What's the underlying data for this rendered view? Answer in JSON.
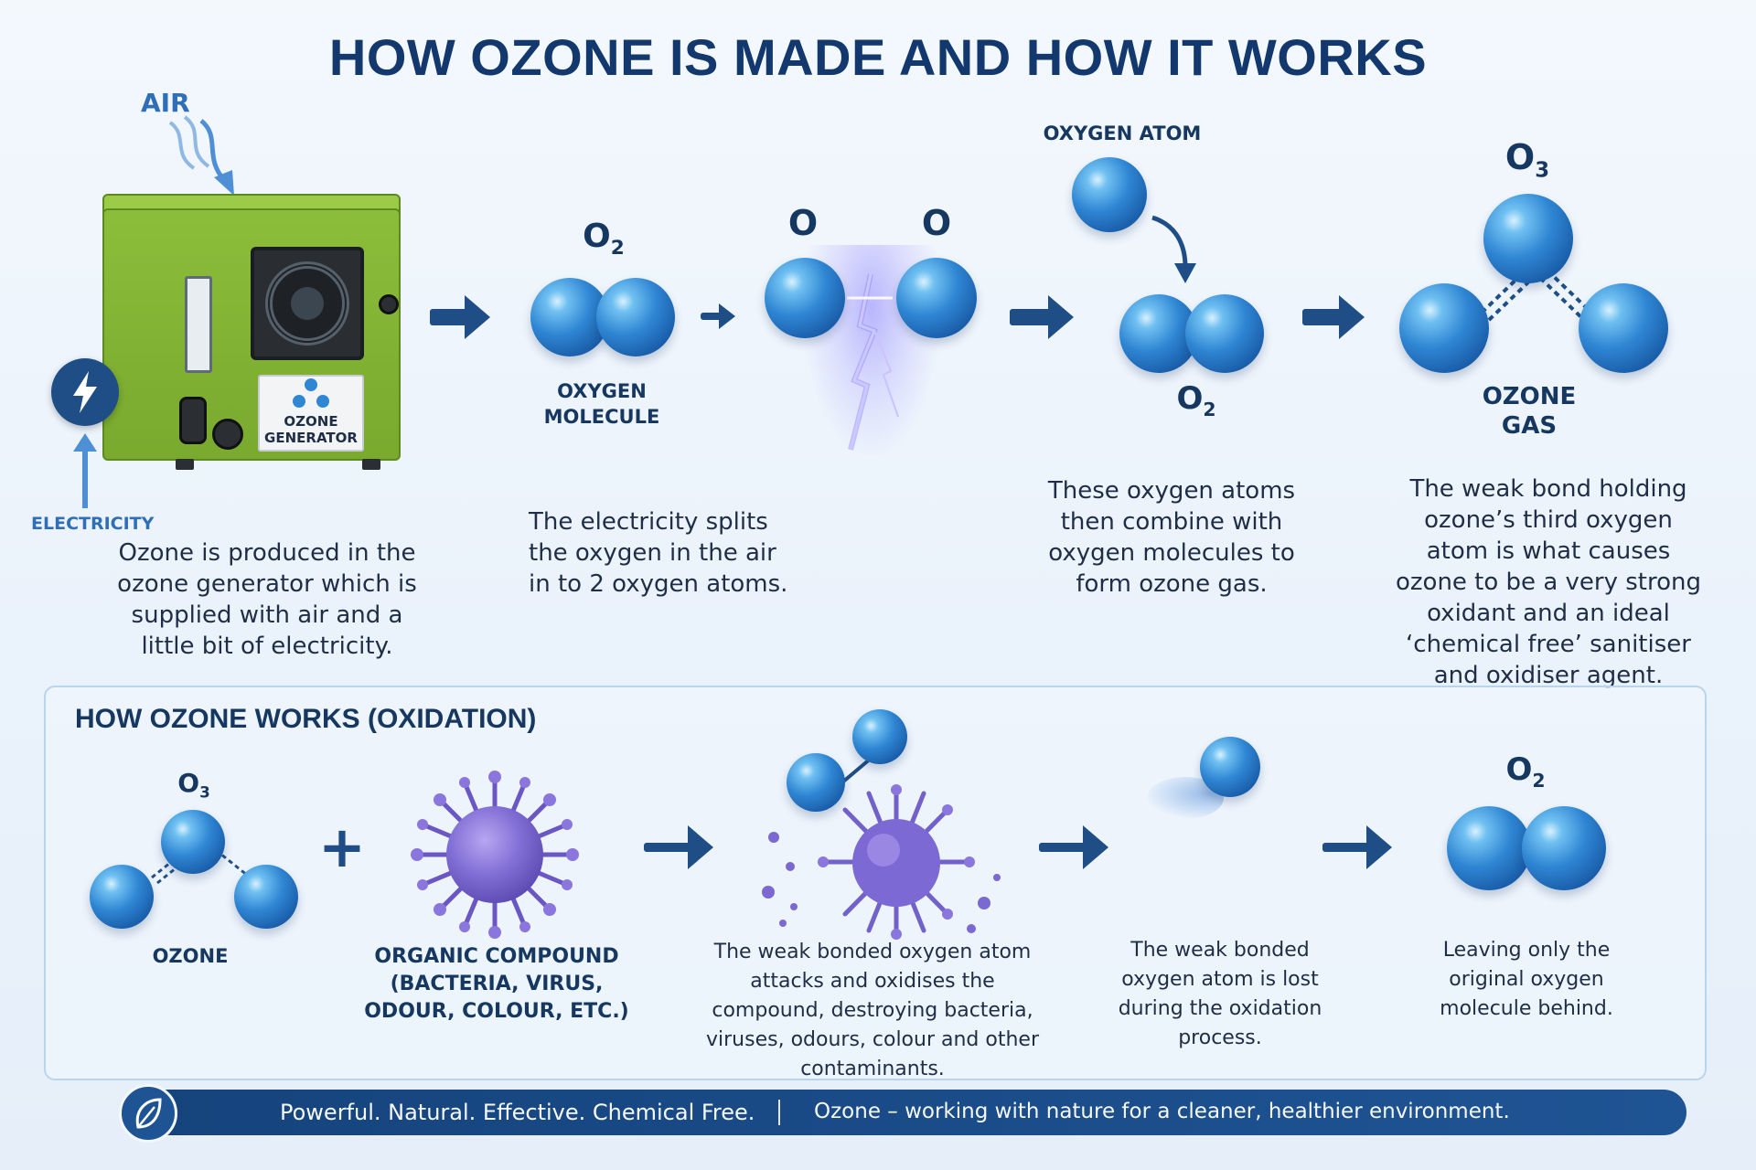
{
  "title": "HOW OZONE IS MADE AND HOW IT WORKS",
  "generator": {
    "air_label": "AIR",
    "electricity_label": "ELECTRICITY",
    "plate_text": "OZONE GENERATOR",
    "description": "Ozone is produced in the ozone generator which is supplied with air and a little bit of electricity."
  },
  "steps": {
    "oxygen_molecule": {
      "formula_main": "O",
      "formula_sub": "2",
      "label": "OXYGEN MOLECULE"
    },
    "split": {
      "atom_left": "O",
      "atom_right": "O",
      "description": "The electricity splits the oxygen in the air in to 2 oxygen atoms."
    },
    "combine": {
      "atom_label": "OXYGEN ATOM",
      "formula_main": "O",
      "formula_sub": "2",
      "description": "These oxygen atoms then combine with oxygen molecules to form ozone gas."
    },
    "ozone": {
      "formula_main": "O",
      "formula_sub": "3",
      "label": "OZONE GAS",
      "description": "The weak bond holding ozone’s third oxygen atom is what causes ozone to be a very strong oxidant and an ideal ‘chemical free’ sanitiser and oxidiser agent."
    }
  },
  "oxidation": {
    "title": "HOW OZONE WORKS (OXIDATION)",
    "ozone_formula_main": "O",
    "ozone_formula_sub": "3",
    "ozone_label": "OZONE",
    "plus": "+",
    "compound_label": "ORGANIC COMPOUND (BACTERIA, VIRUS, ODOUR, COLOUR, ETC.)",
    "attack_text": "The weak bonded oxygen atom attacks and oxidises the compound, destroying bacteria, viruses, odours, colour and other contaminants.",
    "lost_text": "The weak bonded oxygen atom is lost during the oxidation process.",
    "result_formula_main": "O",
    "result_formula_sub": "2",
    "result_text": "Leaving only the original oxygen molecule behind."
  },
  "footer": {
    "left": "Powerful. Natural. Effective. Chemical Free.",
    "right": "Ozone – working with nature for a cleaner, healthier environment."
  },
  "colors": {
    "title": "#12386e",
    "accent": "#1f4e86",
    "generator_green": "#8cbd3a",
    "sphere_blue": "#2f86d3",
    "virus_purple": "#7a66d0"
  }
}
